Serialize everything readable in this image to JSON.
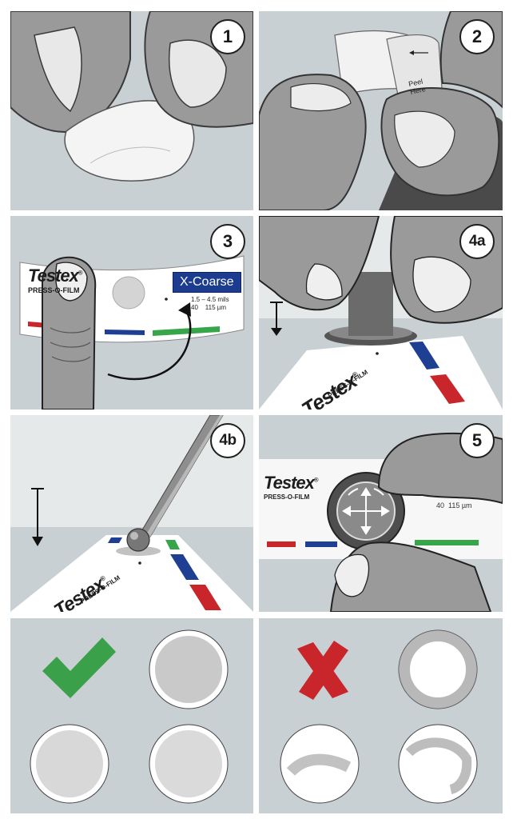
{
  "steps": [
    {
      "id": "1",
      "label": "1"
    },
    {
      "id": "2",
      "label": "2"
    },
    {
      "id": "3",
      "label": "3"
    },
    {
      "id": "4a",
      "label": "4a"
    },
    {
      "id": "4b",
      "label": "4b"
    },
    {
      "id": "5",
      "label": "5"
    }
  ],
  "tape": {
    "peel_here": "Peel Here",
    "brand": "Testex",
    "brand_mark": "®",
    "product": "PRESS-O-FILM",
    "grade": "X-Coarse",
    "range_line1": "1.5 – 4.5 mils",
    "range_line2": "40    115 µm",
    "partial_range": "40  115 µm"
  },
  "colors": {
    "background_panel": "#c9d0d4",
    "check_green": "#3aa14a",
    "cross_red": "#c8262b",
    "stripe_red": "#c8262b",
    "stripe_blue": "#1f3f93",
    "stripe_green": "#37a54a",
    "label_blue": "#1b3c8f"
  },
  "results": {
    "good_icon": "check-mark-icon",
    "bad_icon": "cross-mark-icon",
    "good_samples": 3,
    "bad_samples": 3
  }
}
